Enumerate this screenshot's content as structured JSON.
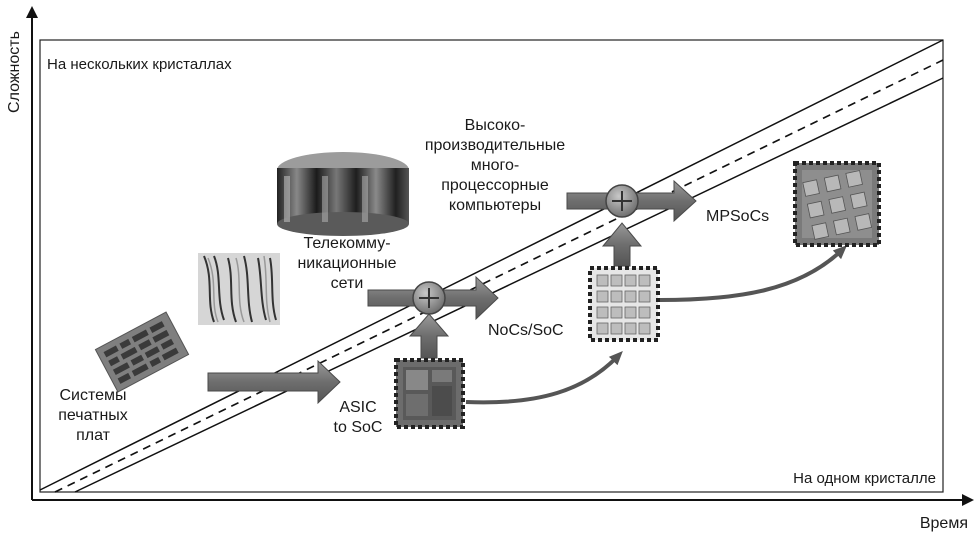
{
  "axes": {
    "y_label": "Сложность",
    "x_label": "Время"
  },
  "regions": {
    "multi_chip": "На нескольких кристаллах",
    "single_chip": "На одном кристалле"
  },
  "labels": {
    "pcb": "Системы\nпечатных\nплат",
    "asic": "ASIC\nto SoC",
    "telecom": "Телекомму-\nникационные\nсети",
    "nocs": "NoCs/SoC",
    "hpc": "Высоко-\nпроизводительные\nмного-\nпроцессорные\nкомпьютеры",
    "mpsocs": "MPSoCs"
  },
  "icons": {
    "pcb": "pcb-board-image",
    "cables": "network-cables-image",
    "cabinet": "supercomputer-cabinet-image",
    "asic_chip": "asic-chip-image",
    "noc_chip": "noc-grid-chip-image",
    "mpsoc_chip": "mpsoc-chip-image",
    "merge": "plus-circle-icon"
  },
  "colors": {
    "arrow_fill": "#7a7a7a",
    "arrow_stroke": "#4a4a4a",
    "line": "#111111",
    "chip_border": "#222222"
  }
}
